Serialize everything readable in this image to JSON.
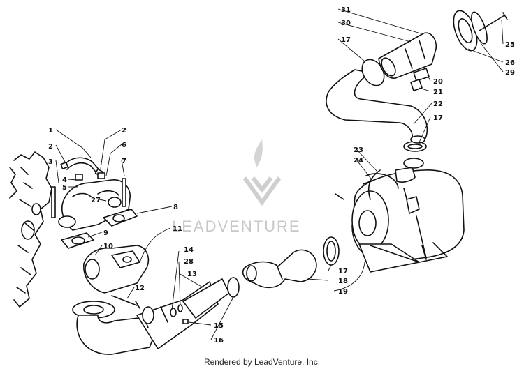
{
  "watermark": {
    "text": "LEADVENTURE"
  },
  "credit": "Rendered by LeadVenture, Inc.",
  "callouts": {
    "c1": "1",
    "c2a": "2",
    "c2b": "2",
    "c3": "3",
    "c4": "4",
    "c5": "5",
    "c6": "6",
    "c7": "7",
    "c8": "8",
    "c9": "9",
    "c10": "10",
    "c11": "11",
    "c12": "12",
    "c13": "13",
    "c14": "14",
    "c15": "15",
    "c16": "16",
    "c17a": "17",
    "c17b": "17",
    "c17c": "17",
    "c18": "18",
    "c19": "19",
    "c20": "20",
    "c21": "21",
    "c22": "22",
    "c23": "23",
    "c24": "24",
    "c25": "25",
    "c26": "26",
    "c27": "27",
    "c28": "28",
    "c29": "29",
    "c30": "30",
    "c31": "31"
  }
}
